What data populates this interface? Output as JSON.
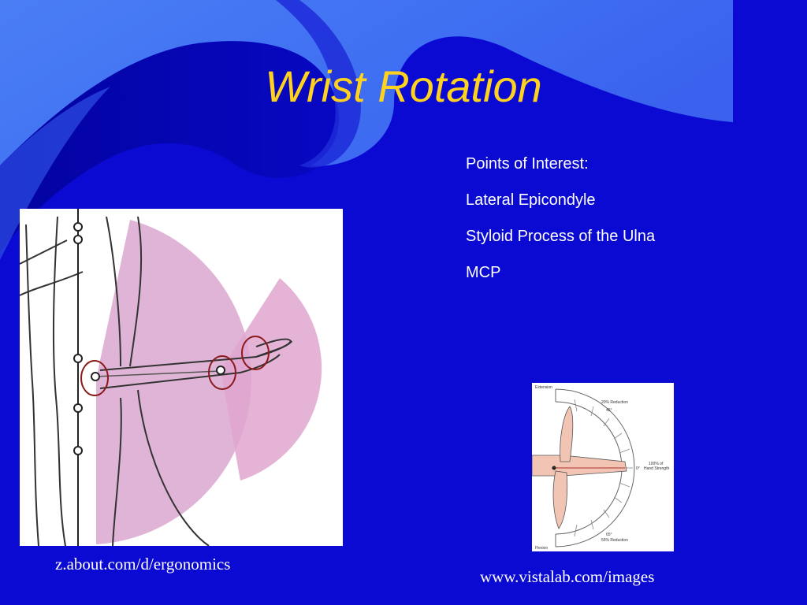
{
  "slide": {
    "title": "Wrist Rotation",
    "points": [
      "Points of Interest:",
      "Lateral Epicondyle",
      "Styloid Process of the Ulna",
      "MCP"
    ]
  },
  "figures": {
    "left_image": {
      "icon": "arm-range-of-motion-diagram",
      "caption": "z.about.com/d/ergonomics"
    },
    "right_image": {
      "icon": "wrist-strength-protractor-diagram",
      "labels": {
        "extension": "Extension",
        "reduction_20": "20% Reduction",
        "deg_45": "45°",
        "full_strength": "100% of",
        "hand_strength": "Hand Strength",
        "deg_0": "0°",
        "deg_65": "65°",
        "reduction_55": "55% Reduction",
        "flexion": "Flexion"
      },
      "caption": "www.vistalab.com/images"
    }
  },
  "colors": {
    "background": "#0a0ad2",
    "title": "#ffd21f",
    "text": "#ffffff",
    "swoosh_light": "#4f86f7",
    "swoosh_dark": "#0606a0",
    "range_fill": "#e0b4d6",
    "marker_circle": "#8b1a1a"
  }
}
